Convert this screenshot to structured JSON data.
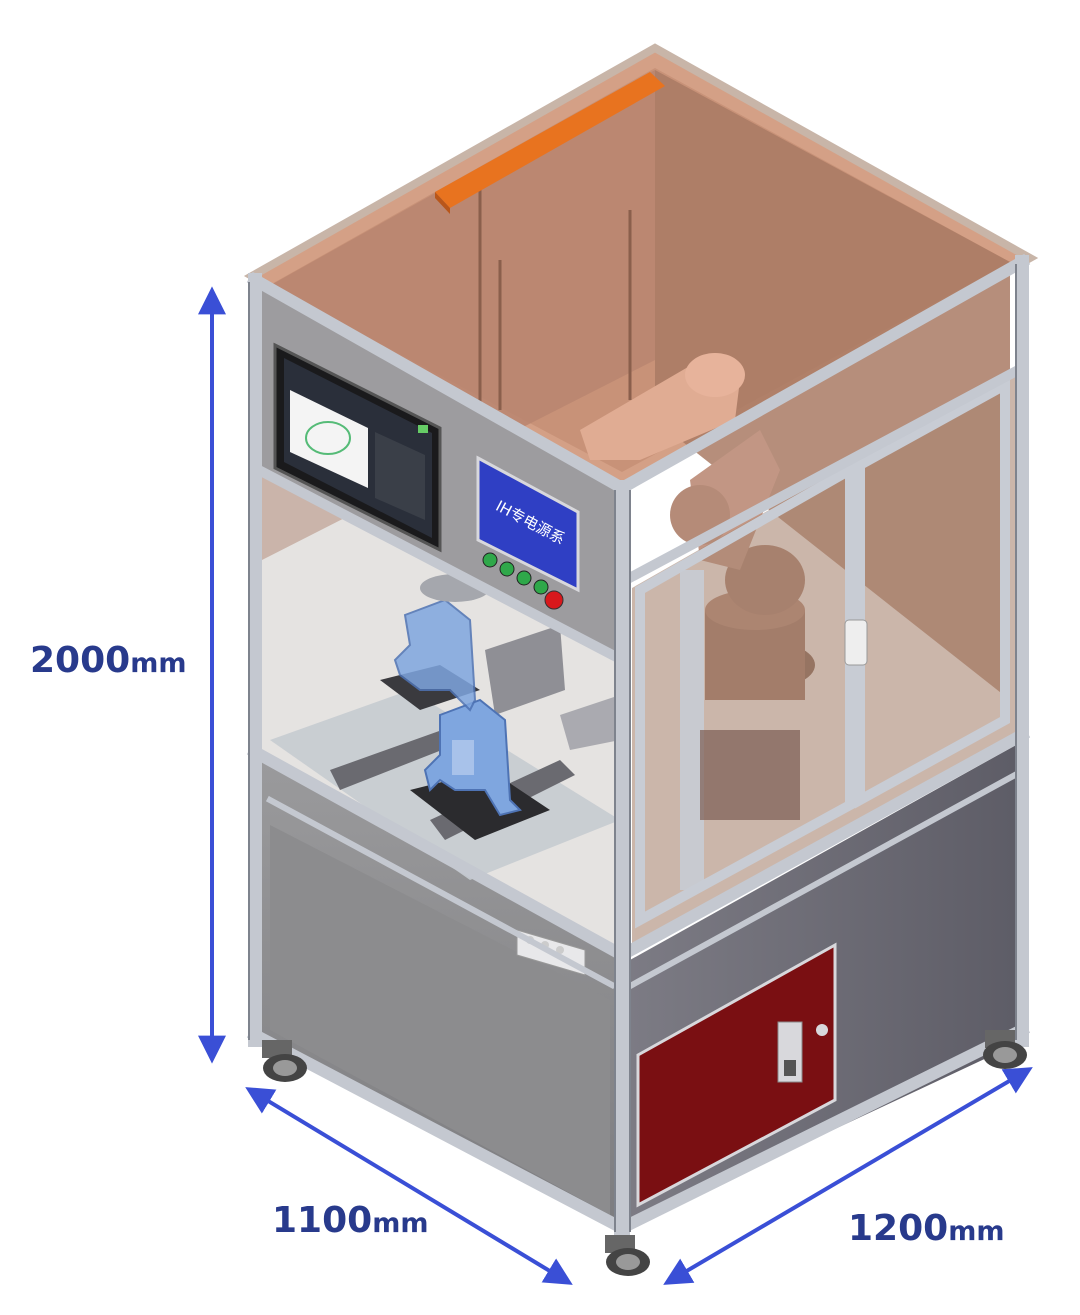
{
  "dimensions": {
    "height": {
      "value": "2000",
      "unit": "mm"
    },
    "depth": {
      "value": "1100",
      "unit": "mm"
    },
    "width": {
      "value": "1200",
      "unit": "mm"
    }
  },
  "front_panel": {
    "blue_display_text": "IH专电源系"
  },
  "colors": {
    "dimension_arrows": "#3a4fd6",
    "dimension_text": "#283a8c",
    "top_glass": "#c9957a",
    "frame_aluminum": "#b8bcc4",
    "cabinet_panel": "#8a8a8e",
    "red_door": "#7a0f12",
    "workpiece_blue": "#7fa6df",
    "robot_arm": "#d9a992",
    "light_bar": "#e8731f",
    "hmi_blue": "#2f3fc4"
  },
  "icons": {
    "start-buttons": "green-round-button",
    "estop": "red-emergency-stop-button",
    "door-handle": "white-door-handle",
    "door-lock": "cabinet-lock"
  }
}
